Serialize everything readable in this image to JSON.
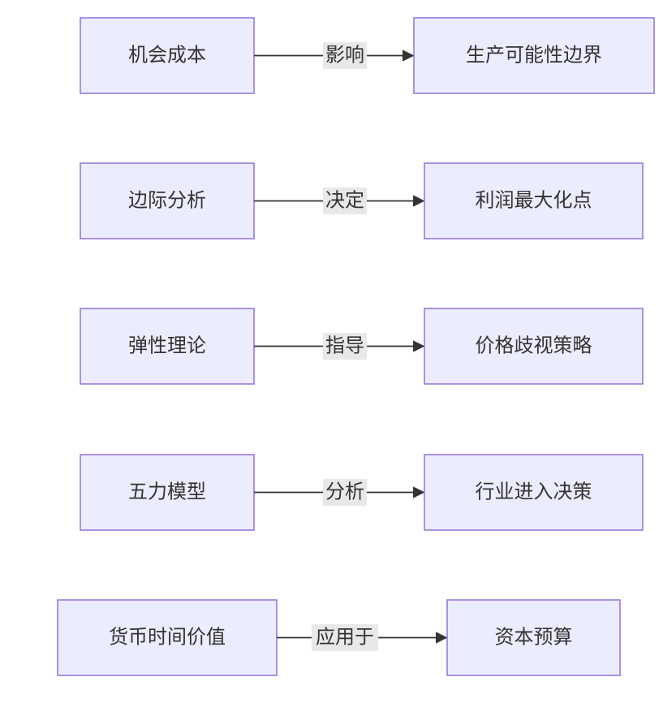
{
  "diagram": {
    "rows": [
      {
        "source": "机会成本",
        "edge": "影响",
        "target": "生产可能性边界"
      },
      {
        "source": "边际分析",
        "edge": "决定",
        "target": "利润最大化点"
      },
      {
        "source": "弹性理论",
        "edge": "指导",
        "target": "价格歧视策略"
      },
      {
        "source": "五力模型",
        "edge": "分析",
        "target": "行业进入决策"
      },
      {
        "source": "货币时间价值",
        "edge": "应用于",
        "target": "资本预算"
      }
    ],
    "colors": {
      "node_fill": "#ECECFF",
      "node_stroke": "#9370DB",
      "edge": "#333333",
      "label_bg": "#e8e8e8"
    }
  }
}
